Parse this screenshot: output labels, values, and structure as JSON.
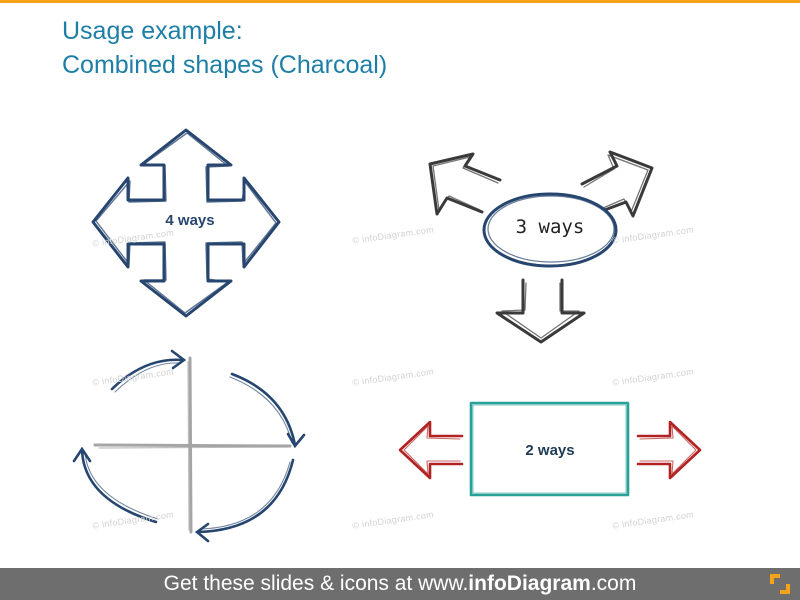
{
  "title": {
    "line1": "Usage example:",
    "line2": "Combined shapes (Charcoal)"
  },
  "labels": {
    "four_ways": "4 ways",
    "three_ways": "3 ways",
    "two_ways": "2 ways"
  },
  "watermark": "© infoDiagram.com",
  "footer": {
    "prefix": "Get these slides & icons at www.",
    "brand": "infoDiagram",
    "suffix": ".com"
  },
  "colors": {
    "accent_bar": "#f7a21b",
    "title": "#1e7fa6",
    "navy": "#27466f",
    "charcoal": "#3a3a3a",
    "red": "#b22222",
    "teal": "#2aa198",
    "gray_cross": "#a5a5a5",
    "footer_bg": "#6e6e6e"
  }
}
